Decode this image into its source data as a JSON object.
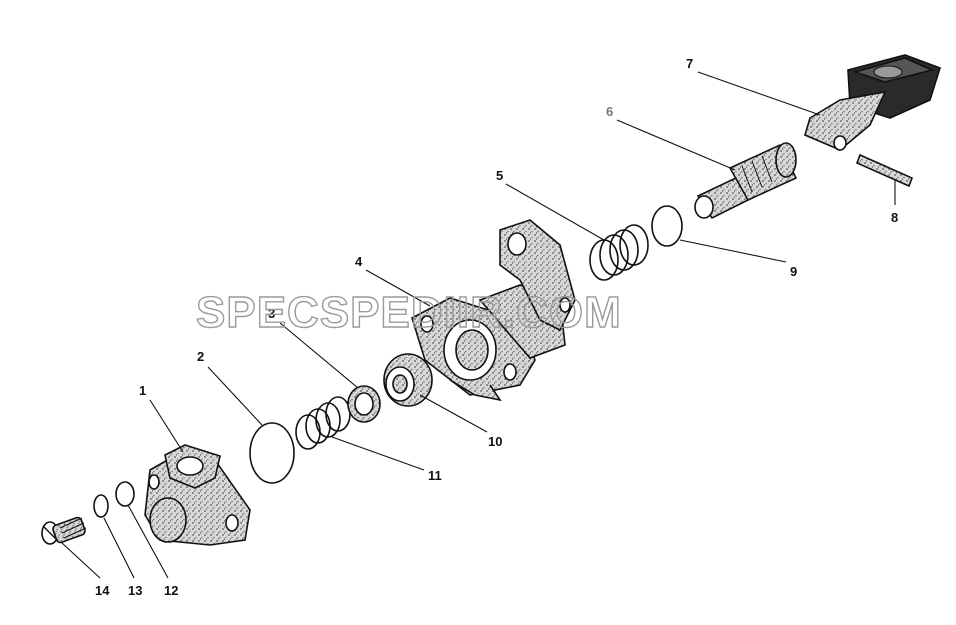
{
  "watermark": "SPECSPEDIIR.COM",
  "callouts": [
    "1",
    "2",
    "3",
    "4",
    "5",
    "6",
    "7",
    "8",
    "9",
    "10",
    "11",
    "12",
    "13",
    "14"
  ],
  "colors": {
    "ink": "#111111",
    "texture": "#cfcfcf",
    "watermark": "#9a9a9a",
    "label6": "#777777"
  }
}
